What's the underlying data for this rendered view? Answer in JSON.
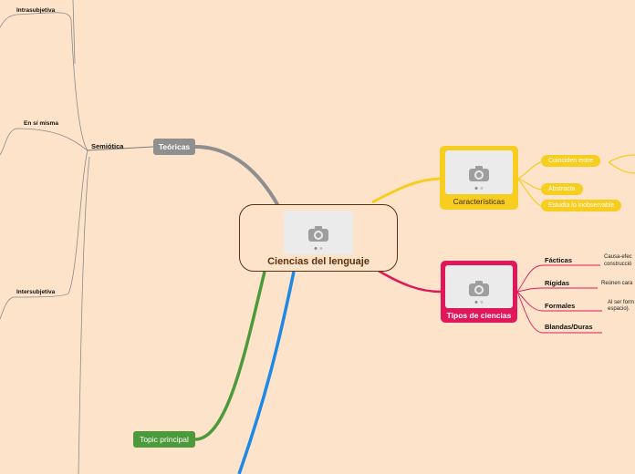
{
  "central": {
    "label": "Ciencias del lenguaje"
  },
  "caracteristicas": {
    "label": "Características",
    "items": [
      "Coinciden entre",
      "Abstracta",
      "Estudia lo inobservable"
    ]
  },
  "tipos": {
    "label": "Tipos de ciencias",
    "items": [
      {
        "label": "Fácticas",
        "note_lines": [
          "Causa-efec",
          "construcció"
        ]
      },
      {
        "label": "Rígidas",
        "note_lines": [
          "Reúnen cara"
        ]
      },
      {
        "label": "Formales",
        "note_lines": [
          "Al ser form",
          "espacio)."
        ]
      },
      {
        "label": "Blandas/Duras",
        "note_lines": []
      }
    ]
  },
  "teoricas": {
    "label": "Teóricas",
    "child": "Semiótica",
    "branches": [
      "Intrasubjetiva",
      "En sí misma",
      "Intersubjetiva"
    ]
  },
  "topic": {
    "label": "Topic principal"
  },
  "colors": {
    "background": "#fde3c9",
    "central_border": "#5a3310",
    "caracteristicas": "#f7cd1f",
    "tipos": "#e0185b",
    "teoricas": "#8f8f8f",
    "topic": "#4c9a3c",
    "blue_branch": "#1e88e5"
  }
}
